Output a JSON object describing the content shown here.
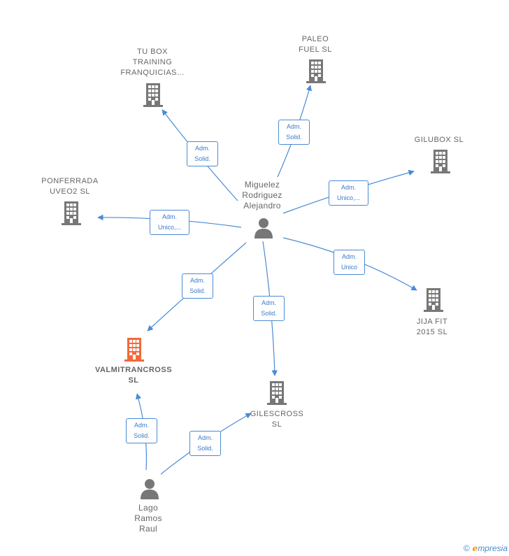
{
  "colors": {
    "edge": "#4a8bd4",
    "building": "#777777",
    "focus_building": "#f26a3b",
    "person": "#777777"
  },
  "nodes": {
    "miguelez": {
      "lines": [
        "Miguelez",
        "Rodriguez",
        "Alejandro"
      ],
      "icon": "person-icon"
    },
    "lago": {
      "lines": [
        "Lago",
        "Ramos",
        "Raul"
      ],
      "icon": "person-icon"
    },
    "tubox": {
      "lines": [
        "TU BOX",
        "TRAINING",
        "FRANQUICIAS..."
      ],
      "icon": "building-icon"
    },
    "paleo": {
      "lines": [
        "PALEO",
        "FUEL  SL"
      ],
      "icon": "building-icon"
    },
    "gilubox": {
      "lines": [
        "GILUBOX  SL"
      ],
      "icon": "building-icon"
    },
    "ponferrada": {
      "lines": [
        "PONFERRADA",
        "UVEO2  SL"
      ],
      "icon": "building-icon"
    },
    "jija": {
      "lines": [
        "JIJA FIT",
        "2015  SL"
      ],
      "icon": "building-icon"
    },
    "valmitrancross": {
      "lines": [
        "VALMITRANCROSS",
        "SL"
      ],
      "icon": "building-icon"
    },
    "gilescross": {
      "lines": [
        "GILESCROSS",
        "SL"
      ],
      "icon": "building-icon"
    }
  },
  "edges": [
    {
      "id": "e-tubox",
      "lines": [
        "Adm.",
        "Solid."
      ]
    },
    {
      "id": "e-paleo",
      "lines": [
        "Adm.",
        "Solid."
      ]
    },
    {
      "id": "e-gilubox",
      "lines": [
        "Adm.",
        "Unico,..."
      ]
    },
    {
      "id": "e-ponferrada",
      "lines": [
        "Adm.",
        "Unico,..."
      ]
    },
    {
      "id": "e-jija",
      "lines": [
        "Adm.",
        "Unico"
      ]
    },
    {
      "id": "e-valmi",
      "lines": [
        "Adm.",
        "Solid."
      ]
    },
    {
      "id": "e-giles",
      "lines": [
        "Adm.",
        "Solid."
      ]
    },
    {
      "id": "e-lago-valmi",
      "lines": [
        "Adm.",
        "Solid."
      ]
    },
    {
      "id": "e-lago-giles",
      "lines": [
        "Adm.",
        "Solid."
      ]
    }
  ],
  "footer": {
    "copyright": "©",
    "brand_initial": "e",
    "brand_rest": "mpresia"
  }
}
